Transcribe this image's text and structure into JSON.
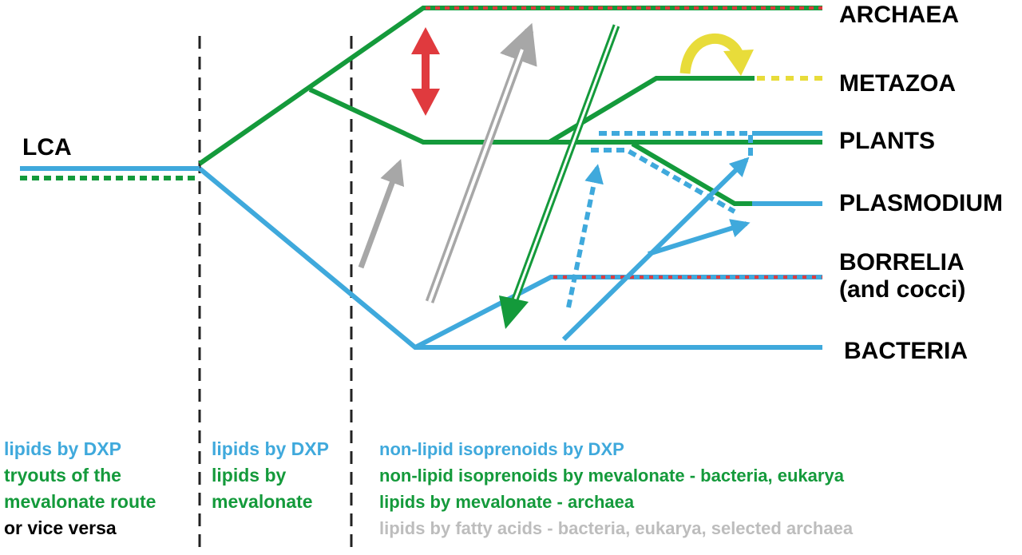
{
  "colors": {
    "dxp_blue": "#3fa9dc",
    "mevalonate_green": "#149a3b",
    "archaea_red": "#e03a3e",
    "fatty_gray": "#a7a7a7",
    "shift_yellow": "#e8dc3a"
  },
  "labels": {
    "lca": "LCA",
    "archaea": "ARCHAEA",
    "metazoa": "METAZOA",
    "plants": "PLANTS",
    "plasmodium": "PLASMODIUM",
    "borrelia": "BORRELIA",
    "borrelia_sub": "(and cocci)",
    "bacteria": "BACTERIA"
  },
  "legend": {
    "col1": {
      "line1": "lipids by DXP",
      "line2": "tryouts  of  the",
      "line3": "mevalonate route",
      "line4": "or vice versa"
    },
    "col2": {
      "line1": "lipids by DXP",
      "line2": "lipids by",
      "line3": "mevalonate"
    },
    "col3": {
      "line1": "non-lipid isoprenoids by DXP",
      "line2": "non-lipid isoprenoids by mevalonate - bacteria, eukarya",
      "line3": "lipids by mevalonate - archaea",
      "line4": "lipids by fatty acids - bacteria, eukarya, selected archaea"
    }
  }
}
